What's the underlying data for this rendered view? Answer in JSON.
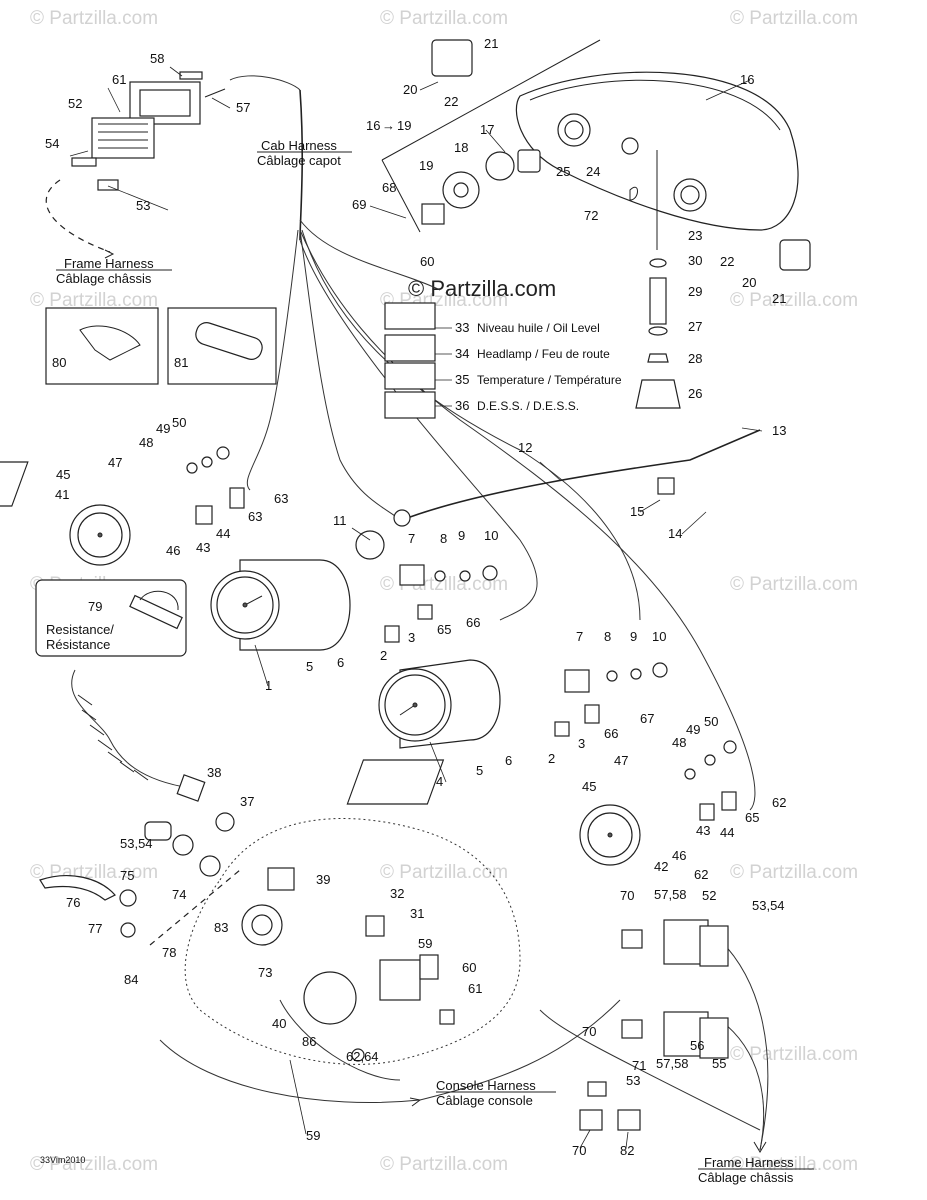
{
  "watermarks": [
    "© Partzilla.com",
    "© Partzilla.com",
    "© Partzilla.com",
    "© Partzilla.com",
    "© Partzilla.com",
    "© Partzilla.com",
    "© Partzilla.com",
    "© Partzilla.com",
    "© Partzilla.com",
    "© Partzilla.com",
    "© Partzilla.com",
    "© Partzilla.com",
    "© Partzilla.com",
    "© Partzilla.com",
    "© Partzilla.com",
    "© Partzilla.com"
  ],
  "center_watermark": "© Partzilla.com",
  "harness_labels": {
    "cab_en": "Cab Harness",
    "cab_fr": "Câblage capot",
    "frame_en": "Frame Harness",
    "frame_fr": "Câblage châssis",
    "console_en": "Console Harness",
    "console_fr": "Câblage console",
    "frame2_en": "Frame Harness",
    "frame2_fr": "Câblage châssis"
  },
  "resistance": {
    "en": "Resistance/",
    "fr": "Résistance"
  },
  "indicator_labels": [
    {
      "num": "33",
      "text": "Niveau huile / Oil Level"
    },
    {
      "num": "34",
      "text": "Headlamp / Feu de route"
    },
    {
      "num": "35",
      "text": "Temperature / Température"
    },
    {
      "num": "36",
      "text": "D.E.S.S. / D.E.S.S."
    }
  ],
  "range_callout": {
    "from": "16",
    "to": "19"
  },
  "callouts": [
    "1",
    "2",
    "2",
    "3",
    "3",
    "4",
    "5",
    "5",
    "6",
    "6",
    "7",
    "7",
    "8",
    "8",
    "9",
    "9",
    "10",
    "10",
    "11",
    "12",
    "13",
    "14",
    "15",
    "16",
    "17",
    "18",
    "19",
    "20",
    "20",
    "21",
    "21",
    "22",
    "22",
    "23",
    "24",
    "25",
    "26",
    "27",
    "28",
    "29",
    "30",
    "31",
    "32",
    "37",
    "38",
    "39",
    "40",
    "41",
    "42",
    "43",
    "43",
    "44",
    "44",
    "45",
    "45",
    "46",
    "46",
    "47",
    "47",
    "48",
    "48",
    "49",
    "49",
    "50",
    "50",
    "52",
    "52",
    "53",
    "53",
    "53,54",
    "54",
    "55",
    "56",
    "57",
    "57,58",
    "57,58",
    "58",
    "59",
    "59",
    "60",
    "60",
    "61",
    "61",
    "62",
    "62",
    "62,64",
    "63",
    "63",
    "65",
    "65",
    "66",
    "66",
    "67",
    "68",
    "69",
    "70",
    "70",
    "70",
    "71",
    "72",
    "73",
    "74",
    "75",
    "76",
    "77",
    "78",
    "79",
    "80",
    "81",
    "82",
    "83",
    "84",
    "86",
    "53,54"
  ],
  "footer_code": "33Vim2010",
  "icons": [
    "headlamp-icon",
    "gauge-icon",
    "tachometer-icon",
    "connector-icon",
    "ignition-switch-icon",
    "tether-cord-icon",
    "fuse-box-icon",
    "relay-icon"
  ]
}
